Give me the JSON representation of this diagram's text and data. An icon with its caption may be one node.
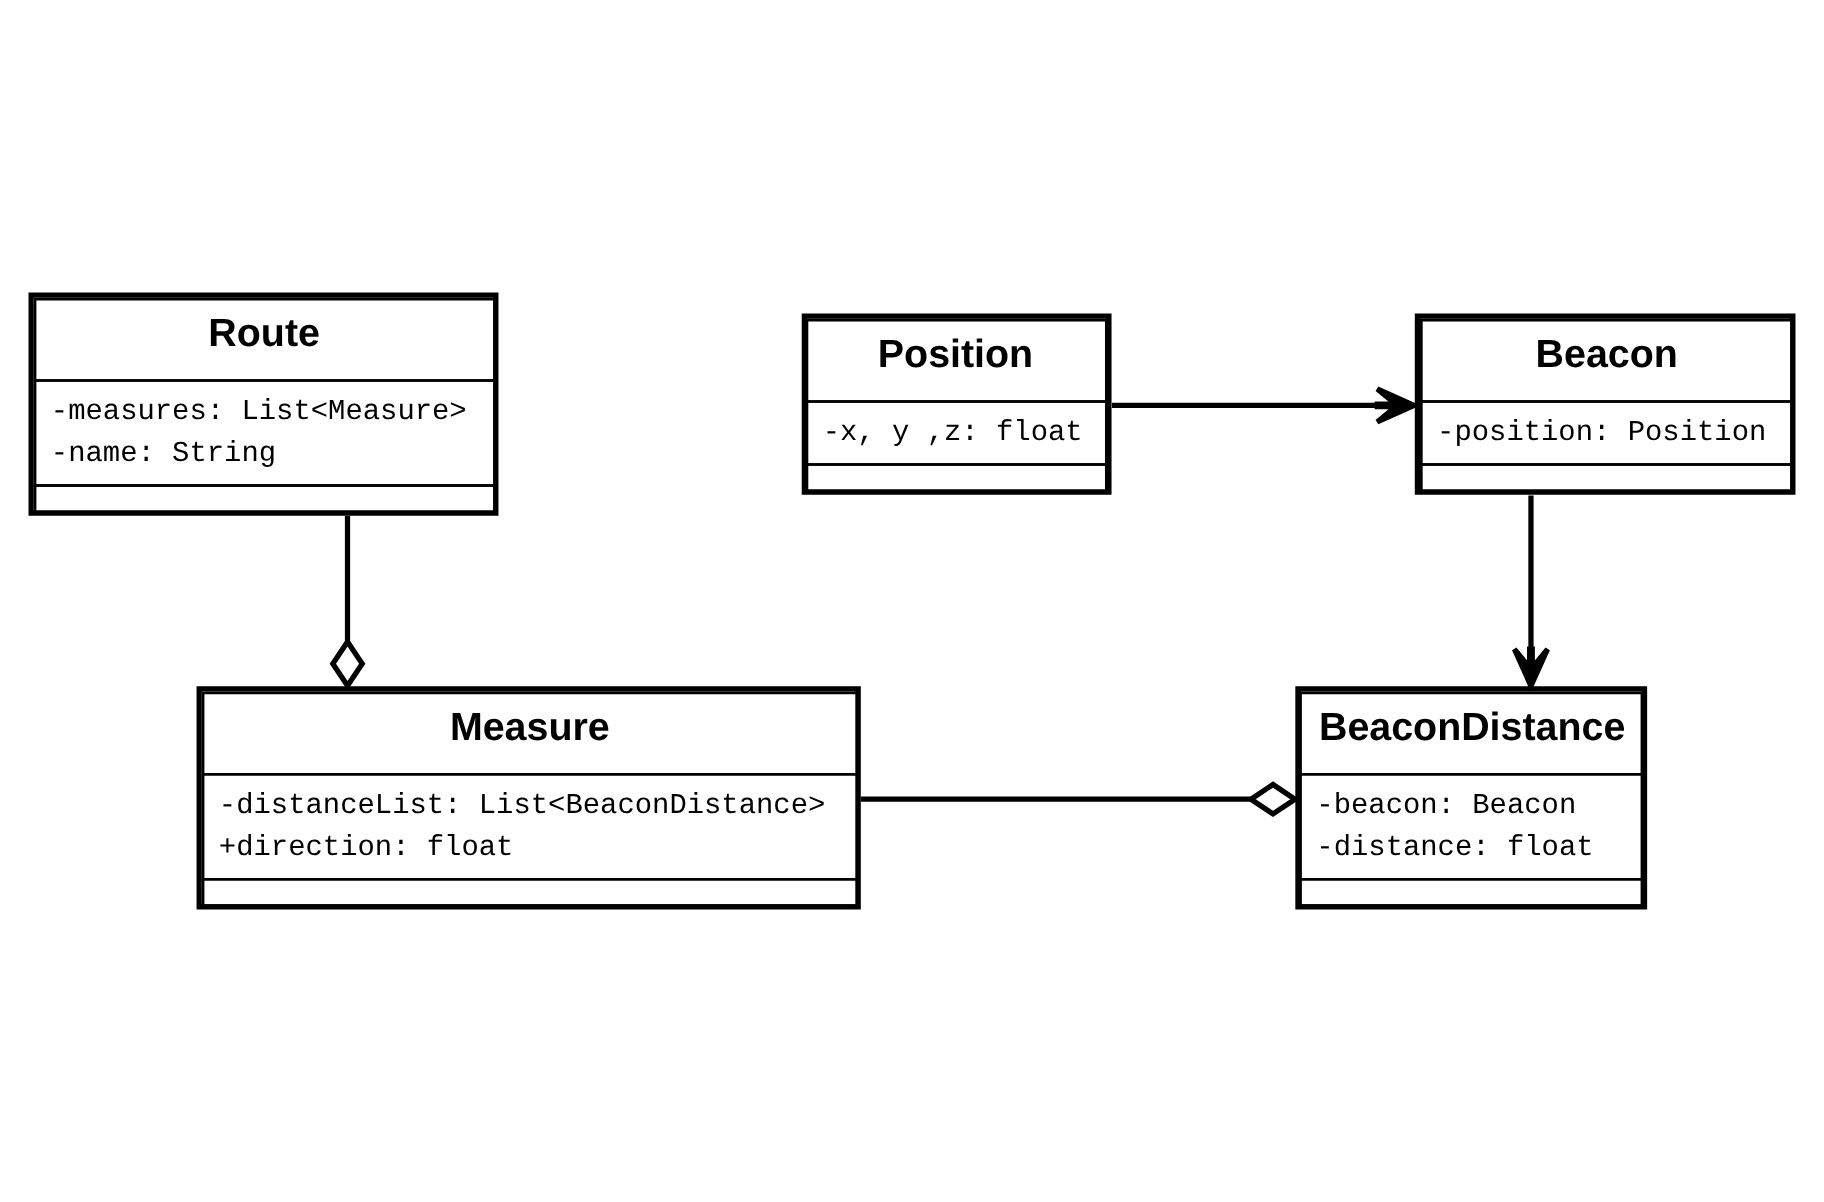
{
  "diagram": {
    "nodes": [
      {
        "text": [
          "Beacon",
          "-position: Position"
        ]
      },
      {
        "text": [
          "Position",
          "-x, y ,z: float"
        ]
      },
      {
        "text": [
          "BeaconDistance",
          "-beacon: Beacon",
          "-distance: float"
        ]
      },
      {
        "text": [
          "Measure",
          "-distanceList: List<BeaconDistance>",
          "+direction: float"
        ]
      },
      {
        "text": [
          "Route",
          "-measures: List<Measure>",
          "-name: String"
        ]
      }
    ],
    "edges": [
      {
        "from": 1,
        "to": 0,
        "arrow": "to"
      },
      {
        "from": 0,
        "to": 2,
        "arrow": "to"
      },
      {
        "from": 3,
        "to": 2,
        "arrow": "other"
      },
      {
        "from": 4,
        "to": 3,
        "arrow": "other"
      }
    ]
  }
}
